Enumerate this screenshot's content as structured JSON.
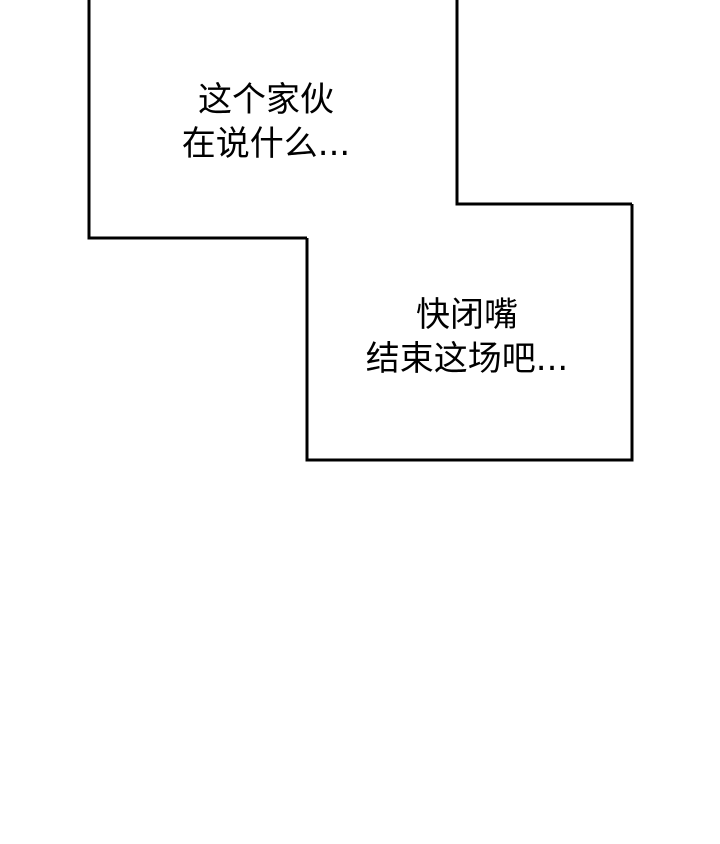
{
  "panels": {
    "first": {
      "lines": [
        "这个家伙",
        "在说什么..."
      ]
    },
    "second": {
      "lines": [
        "快闭嘴",
        "结束这场吧..."
      ]
    }
  },
  "colors": {
    "background": "#ffffff",
    "ink": "#000000"
  }
}
